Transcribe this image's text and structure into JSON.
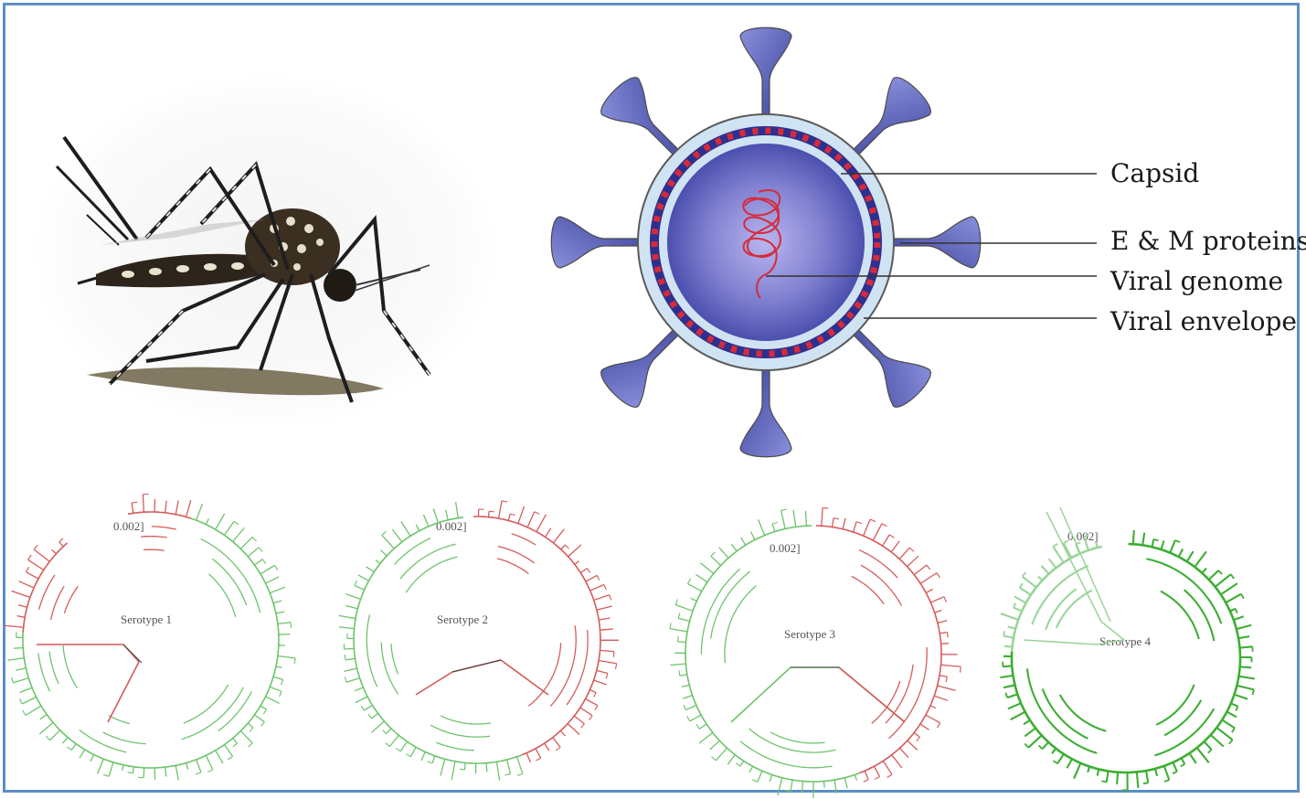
{
  "virus": {
    "labels": {
      "capsid": "Capsid",
      "em_proteins": "E & M proteins",
      "viral_genome": "Viral genome",
      "viral_envelope": "Viral envelope"
    }
  },
  "mosquito": {
    "icon": "mosquito-icon"
  },
  "trees": [
    {
      "label": "Serotype 1",
      "scale": "0.002"
    },
    {
      "label": "Serotype 2",
      "scale": "0.002"
    },
    {
      "label": "Serotype 3",
      "scale": "0.002"
    },
    {
      "label": "Serotype 4",
      "scale": "0.002"
    }
  ],
  "colors": {
    "frame": "#5b8fc6",
    "virus_body": "#6a6ec4",
    "spike": "#4a52a8",
    "capsid_red": "#d62b3a",
    "envelope_light": "#cfe3f3",
    "tree_green": "#6cc36a",
    "tree_red": "#d45a5a",
    "tree_green_strong": "#3cae32"
  }
}
